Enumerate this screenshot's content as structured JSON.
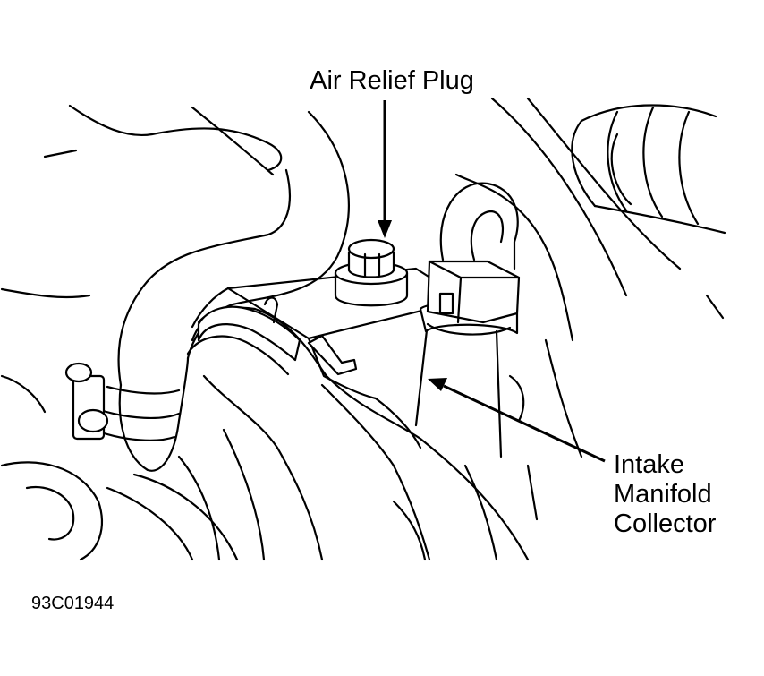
{
  "labels": {
    "air_relief_plug": "Air Relief Plug",
    "intake_line1": "Intake",
    "intake_line2": "Manifold",
    "intake_line3": "Collector",
    "figure_id": "93C01944"
  },
  "colors": {
    "ink": "#000000",
    "paper": "#ffffff"
  }
}
